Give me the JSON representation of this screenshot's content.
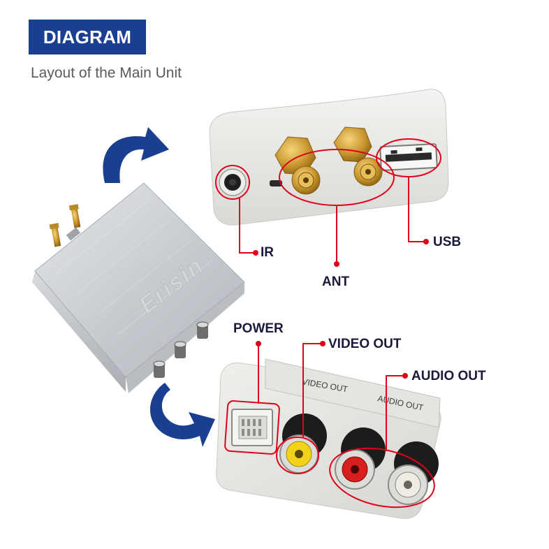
{
  "header": {
    "badge_text": "DIAGRAM",
    "subtitle": "Layout of the Main Unit"
  },
  "unit": {
    "brand_text": "Erisin"
  },
  "bottom_panel_print": {
    "video_out": "VIDEO OUT",
    "audio_out": "AUDIO OUT"
  },
  "callouts": {
    "ir": "IR",
    "ant": "ANT",
    "usb": "USB",
    "power": "POWER",
    "video_out": "VIDEO OUT",
    "audio_out": "AUDIO OUT"
  },
  "colors": {
    "badge_blue": "#1a3f91",
    "arrow_blue": "#1a3f91",
    "callout_red": "#e0001a",
    "gold": "#c8962e",
    "rca_yellow": "#f2d21a",
    "rca_red": "#d81e1e",
    "rca_white": "#efece4"
  },
  "icons": [
    "curved-arrow-top-icon",
    "curved-arrow-bottom-icon"
  ]
}
